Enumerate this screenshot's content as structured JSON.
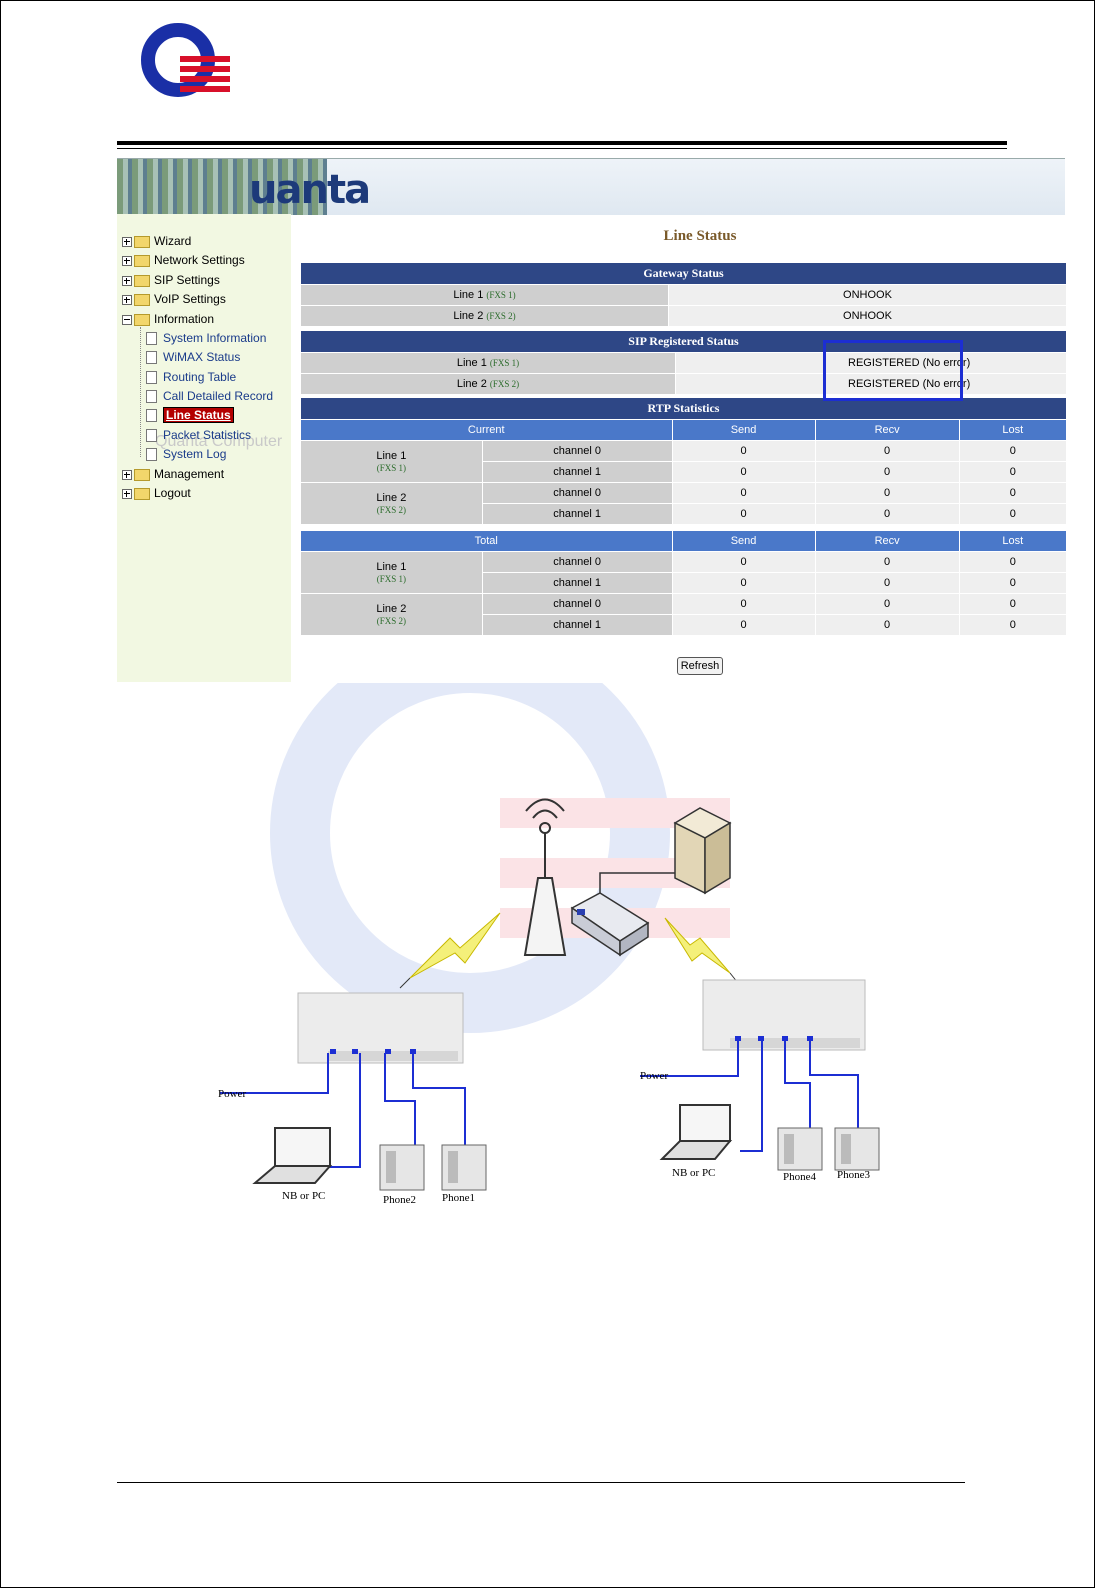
{
  "header": {
    "banner_word": "uanta"
  },
  "sidebar": {
    "items": [
      {
        "label": "Wizard"
      },
      {
        "label": "Network Settings"
      },
      {
        "label": "SIP Settings"
      },
      {
        "label": "VoIP Settings"
      },
      {
        "label": "Information"
      },
      {
        "label": "System Information"
      },
      {
        "label": "WiMAX Status"
      },
      {
        "label": "Routing Table"
      },
      {
        "label": "Call Detailed Record"
      },
      {
        "label": "Line Status"
      },
      {
        "label": "Packet Statistics"
      },
      {
        "label": "System Log"
      },
      {
        "label": "Management"
      },
      {
        "label": "Logout"
      }
    ],
    "watermark": "Quanta Computer"
  },
  "page": {
    "title": "Line Status"
  },
  "gateway": {
    "header": "Gateway Status",
    "rows": [
      {
        "line": "Line 1",
        "fxs": "(FXS 1)",
        "status": "ONHOOK"
      },
      {
        "line": "Line 2",
        "fxs": "(FXS 2)",
        "status": "ONHOOK"
      }
    ]
  },
  "sip": {
    "header": "SIP Registered Status",
    "rows": [
      {
        "line": "Line 1",
        "fxs": "(FXS 1)",
        "status": "REGISTERED (No error)"
      },
      {
        "line": "Line 2",
        "fxs": "(FXS 2)",
        "status": "REGISTERED (No error)"
      }
    ]
  },
  "rtp": {
    "header": "RTP Statistics",
    "cols": {
      "send": "Send",
      "recv": "Recv",
      "lost": "Lost"
    },
    "current_label": "Current",
    "total_label": "Total",
    "line1": "Line 1",
    "fxs1": "(FXS 1)",
    "line2": "Line 2",
    "fxs2": "(FXS 2)",
    "ch0": "channel 0",
    "ch1": "channel 1",
    "current": [
      [
        "0",
        "0",
        "0"
      ],
      [
        "0",
        "0",
        "0"
      ],
      [
        "0",
        "0",
        "0"
      ],
      [
        "0",
        "0",
        "0"
      ]
    ],
    "total": [
      [
        "0",
        "0",
        "0"
      ],
      [
        "0",
        "0",
        "0"
      ],
      [
        "0",
        "0",
        "0"
      ],
      [
        "0",
        "0",
        "0"
      ]
    ]
  },
  "buttons": {
    "refresh": "Refresh"
  },
  "diagram": {
    "power_left": "Power",
    "nb_left": "NB or PC",
    "phone2": "Phone2",
    "phone1": "Phone1",
    "power_right": "Power",
    "nb_right": "NB or PC",
    "phone4": "Phone4",
    "phone3": "Phone3"
  },
  "colors": {
    "header_bg": "#2e4786",
    "subheader_bg": "#4a78c9",
    "highlight": "#1c2ed3",
    "sidebar_bg": "#f2f8e2"
  }
}
